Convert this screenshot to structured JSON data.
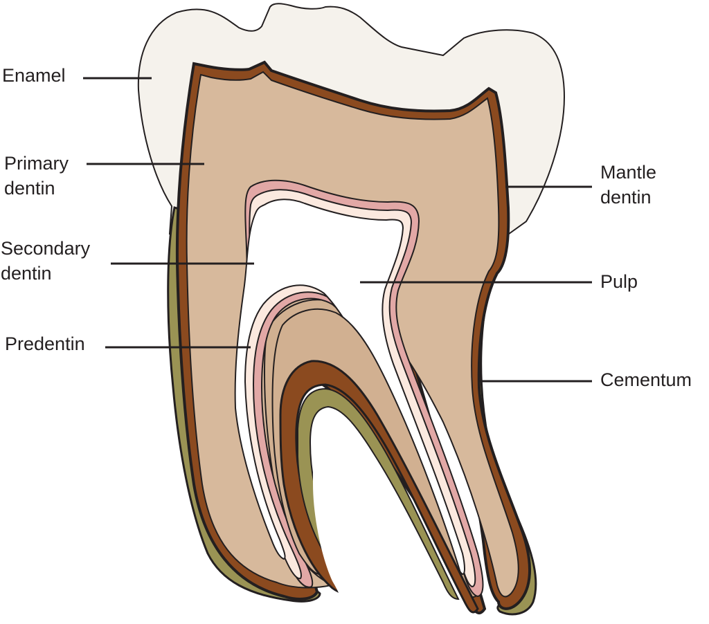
{
  "diagram": {
    "subject": "Tooth cross-section",
    "colors": {
      "enamel": "#f5f2ec",
      "outline": "#231f20",
      "mantle_dentin": "#8b4a1f",
      "primary_dentin": "#d7b99c",
      "secondary_dentin": "#e2a8a6",
      "predentin": "#fbe9df",
      "pulp": "#ffffff",
      "cementum": "#9a9354",
      "root_inner_dentin": "#d1b091"
    },
    "labels": {
      "left": [
        {
          "id": "enamel",
          "lines": [
            "Enamel"
          ]
        },
        {
          "id": "primary-dentin",
          "lines": [
            "Primary",
            "dentin"
          ]
        },
        {
          "id": "secondary-dentin",
          "lines": [
            "Secondary",
            "dentin"
          ]
        },
        {
          "id": "predentin",
          "lines": [
            "Predentin"
          ]
        }
      ],
      "right": [
        {
          "id": "mantle-dentin",
          "lines": [
            "Mantle",
            "dentin"
          ]
        },
        {
          "id": "pulp",
          "lines": [
            "Pulp"
          ]
        },
        {
          "id": "cementum",
          "lines": [
            "Cementum"
          ]
        }
      ]
    }
  }
}
